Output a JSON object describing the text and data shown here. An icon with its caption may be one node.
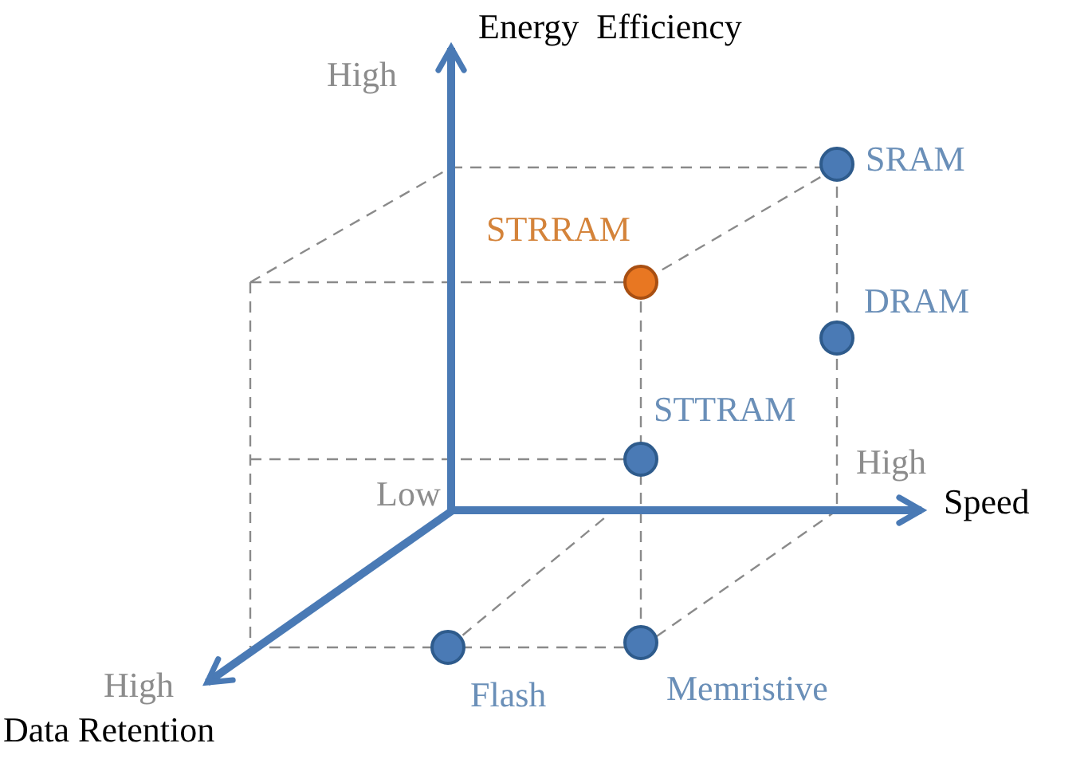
{
  "diagram": {
    "nodes": [
      {
        "text": [],
        "shape": "circle",
        "beside": [
          "SRAM"
        ]
      },
      {
        "text": [],
        "shape": "circle",
        "beside": [
          "STRRAM"
        ]
      },
      {
        "text": [],
        "shape": "circle",
        "beside": [
          "DRAM"
        ]
      },
      {
        "text": [],
        "shape": "circle",
        "beside": [
          "STTRAM"
        ]
      },
      {
        "text": [],
        "shape": "circle",
        "beside": [
          "Flash"
        ]
      },
      {
        "text": [],
        "shape": "circle",
        "beside": [
          "Memristive"
        ]
      }
    ],
    "labels": [
      "Energy  Efficiency",
      "High",
      "High",
      "Low",
      "Speed",
      "High",
      "Data Retention"
    ]
  }
}
